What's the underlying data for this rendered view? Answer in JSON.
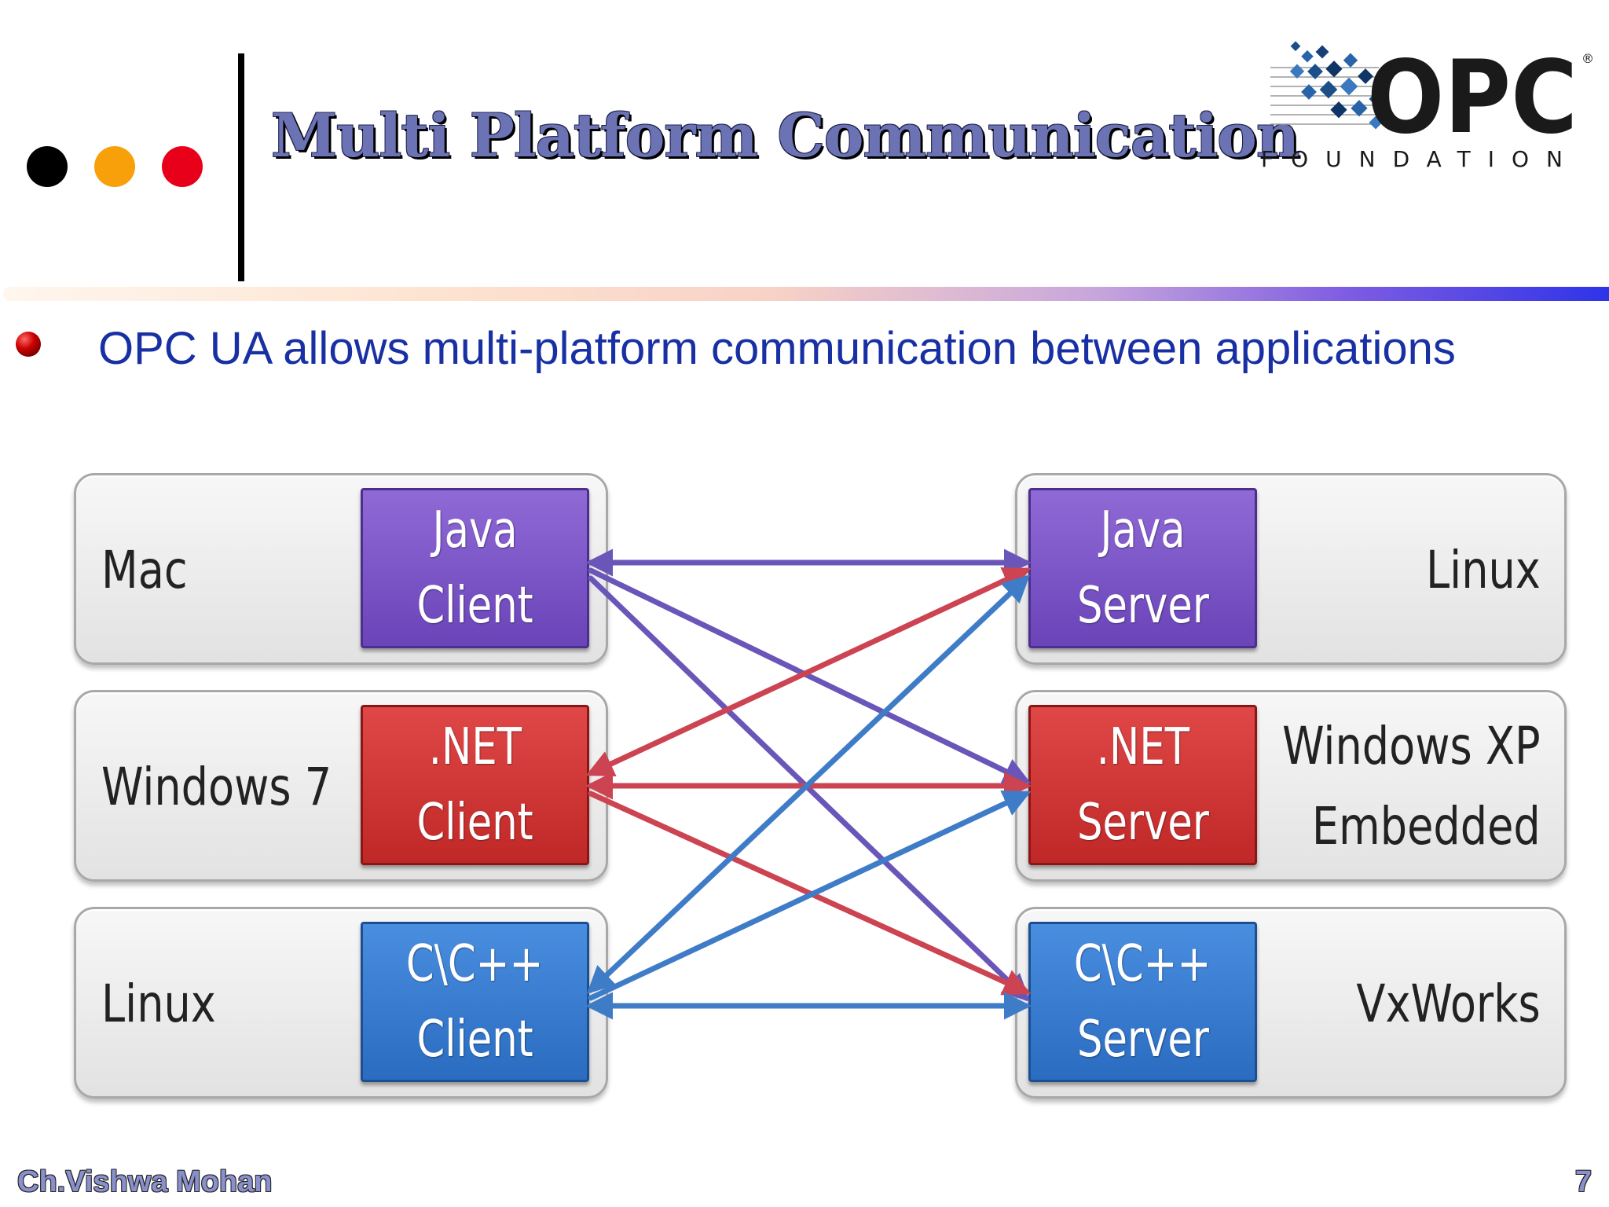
{
  "header": {
    "title": "Multi Platform Communication",
    "dots": [
      {
        "name": "black-dot",
        "color": "#000000"
      },
      {
        "name": "orange-dot",
        "color": "#f7a00a"
      },
      {
        "name": "red-dot",
        "color": "#e8001a"
      }
    ],
    "logo": {
      "text": "OPC",
      "subtext": "FOUNDATION",
      "registered": "®"
    }
  },
  "bullet": {
    "text": "OPC UA allows multi-platform communication between applications"
  },
  "diagram": {
    "clients": [
      {
        "os": "Mac",
        "line1": "Java",
        "line2": "Client",
        "color": "#7a55c8"
      },
      {
        "os": "Windows 7",
        "line1": ".NET",
        "line2": "Client",
        "color": "#d23a3a"
      },
      {
        "os": "Linux",
        "line1": "C\\C++",
        "line2": "Client",
        "color": "#3a7ed2"
      }
    ],
    "servers": [
      {
        "os_line1": "Linux",
        "os_line2": "",
        "line1": "Java",
        "line2": "Server",
        "color": "#7a55c8"
      },
      {
        "os_line1": "Windows XP",
        "os_line2": "Embedded",
        "line1": ".NET",
        "line2": "Server",
        "color": "#d23a3a"
      },
      {
        "os_line1": "VxWorks",
        "os_line2": "",
        "line1": "C\\C++",
        "line2": "Server",
        "color": "#3a7ed2"
      }
    ],
    "arrow_colors": {
      "java": "#6a56b8",
      "net": "#cc4452",
      "cpp": "#3f7cc8"
    }
  },
  "footer": {
    "author": "Ch.Vishwa Mohan",
    "page": "7"
  }
}
